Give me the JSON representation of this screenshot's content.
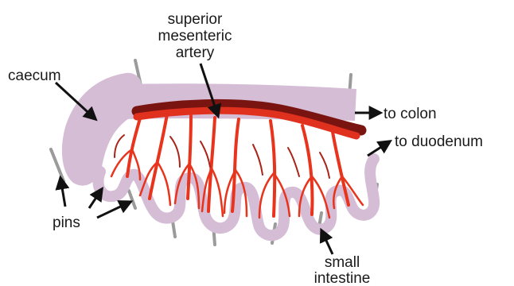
{
  "labels": {
    "superior_line1": "superior",
    "superior_line2": "mesenteric",
    "superior_line3": "artery",
    "caecum": "caecum",
    "to_colon": "to colon",
    "to_duodenum": "to duodenum",
    "pins": "pins",
    "small_line1": "small",
    "small_line2": "intestine"
  },
  "colors": {
    "intestine": "#d5bdd6",
    "artery_dark": "#7a1410",
    "artery_main": "#e0301e",
    "branch": "#e8341c",
    "branch_dark": "#a82418",
    "pin": "#9b9b9b",
    "text": "#1a1a1a"
  }
}
